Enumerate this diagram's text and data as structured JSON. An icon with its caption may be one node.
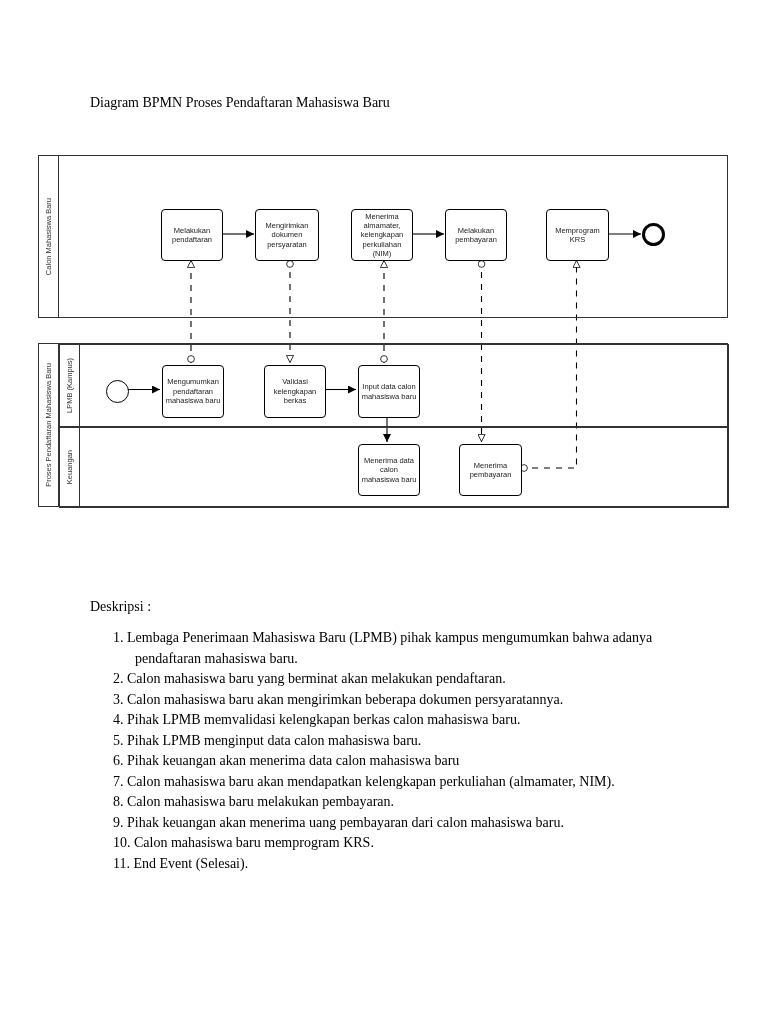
{
  "diagram": {
    "title": "Diagram BPMN Proses Pendaftaran Mahasiswa Baru",
    "nodes": [
      {
        "text": [
          "Calon Mahasiswa Baru"
        ]
      },
      {
        "text": [
          "Melakukan pendaftaran"
        ],
        "in": 0
      },
      {
        "text": [
          "Mengirimkan dokumen persyaratan"
        ],
        "in": 0
      },
      {
        "text": [
          "Menerima almamater, kelengkapan perkuliahan (NIM)"
        ],
        "in": 0
      },
      {
        "text": [
          "Melakukan pembayaran"
        ],
        "in": 0
      },
      {
        "text": [
          "Memprogram KRS"
        ],
        "in": 0
      },
      {
        "text": [],
        "shape": "circle",
        "in": 0
      },
      {
        "text": [
          "Proses Pendaftaran Mahasiswa Baru"
        ]
      },
      {
        "text": [
          "LPMB (Kampus)"
        ],
        "in": 7
      },
      {
        "text": [
          "Keuangan"
        ],
        "in": 7
      },
      {
        "text": [],
        "shape": "circle",
        "in": 8
      },
      {
        "text": [
          "Mengumumkan pendaftaran mahasiswa baru"
        ],
        "in": 8
      },
      {
        "text": [
          "Validasi kelengkapan berkas"
        ],
        "in": 8
      },
      {
        "text": [
          "Input data calon mahasiswa baru"
        ],
        "in": 8
      },
      {
        "text": [
          "Menerima data calon mahasiswa baru"
        ],
        "in": 9
      },
      {
        "text": [
          "Menerima pembayaran"
        ],
        "in": 9
      }
    ],
    "edges": [
      {
        "from": 1,
        "to": 2,
        "arrow": "to"
      },
      {
        "from": 3,
        "to": 4,
        "arrow": "to"
      },
      {
        "from": 5,
        "to": 6,
        "arrow": "to"
      },
      {
        "from": 10,
        "to": 11,
        "arrow": "to"
      },
      {
        "from": 12,
        "to": 13,
        "arrow": "to"
      },
      {
        "from": 13,
        "to": 14,
        "arrow": "to"
      },
      {
        "from": 11,
        "to": 1,
        "arrow": "to",
        "style": "dashed"
      },
      {
        "from": 2,
        "to": 12,
        "arrow": "to",
        "style": "dashed"
      },
      {
        "from": 13,
        "to": 3,
        "arrow": "to",
        "style": "dashed"
      },
      {
        "from": 4,
        "to": 15,
        "arrow": "to",
        "style": "dashed"
      },
      {
        "from": 15,
        "to": 5,
        "arrow": "to",
        "style": "dashed"
      }
    ],
    "labels": [
      "Deskripsi :",
      "1. Lembaga Penerimaan Mahasiswa Baru (LPMB) pihak kampus mengumumkan bahwa adanya pendaftaran mahasiswa baru.",
      "2. Calon mahasiswa baru yang berminat akan melakukan pendaftaran.",
      "3. Calon mahasiswa baru akan mengirimkan beberapa dokumen persyaratannya.",
      "4. Pihak LPMB memvalidasi kelengkapan berkas calon mahasiswa baru.",
      "5. Pihak LPMB menginput data calon mahasiswa baru.",
      "6. Pihak keuangan akan menerima data calon mahasiswa baru",
      "7. Calon mahasiswa baru akan mendapatkan kelengkapan perkuliahan (almamater, NIM).",
      "8. Calon mahasiswa baru melakukan pembayaran.",
      "9. Pihak keuangan akan menerima uang pembayaran dari calon mahasiswa baru.",
      "10. Calon mahasiswa baru memprogram KRS.",
      "11. End Event (Selesai)."
    ]
  }
}
